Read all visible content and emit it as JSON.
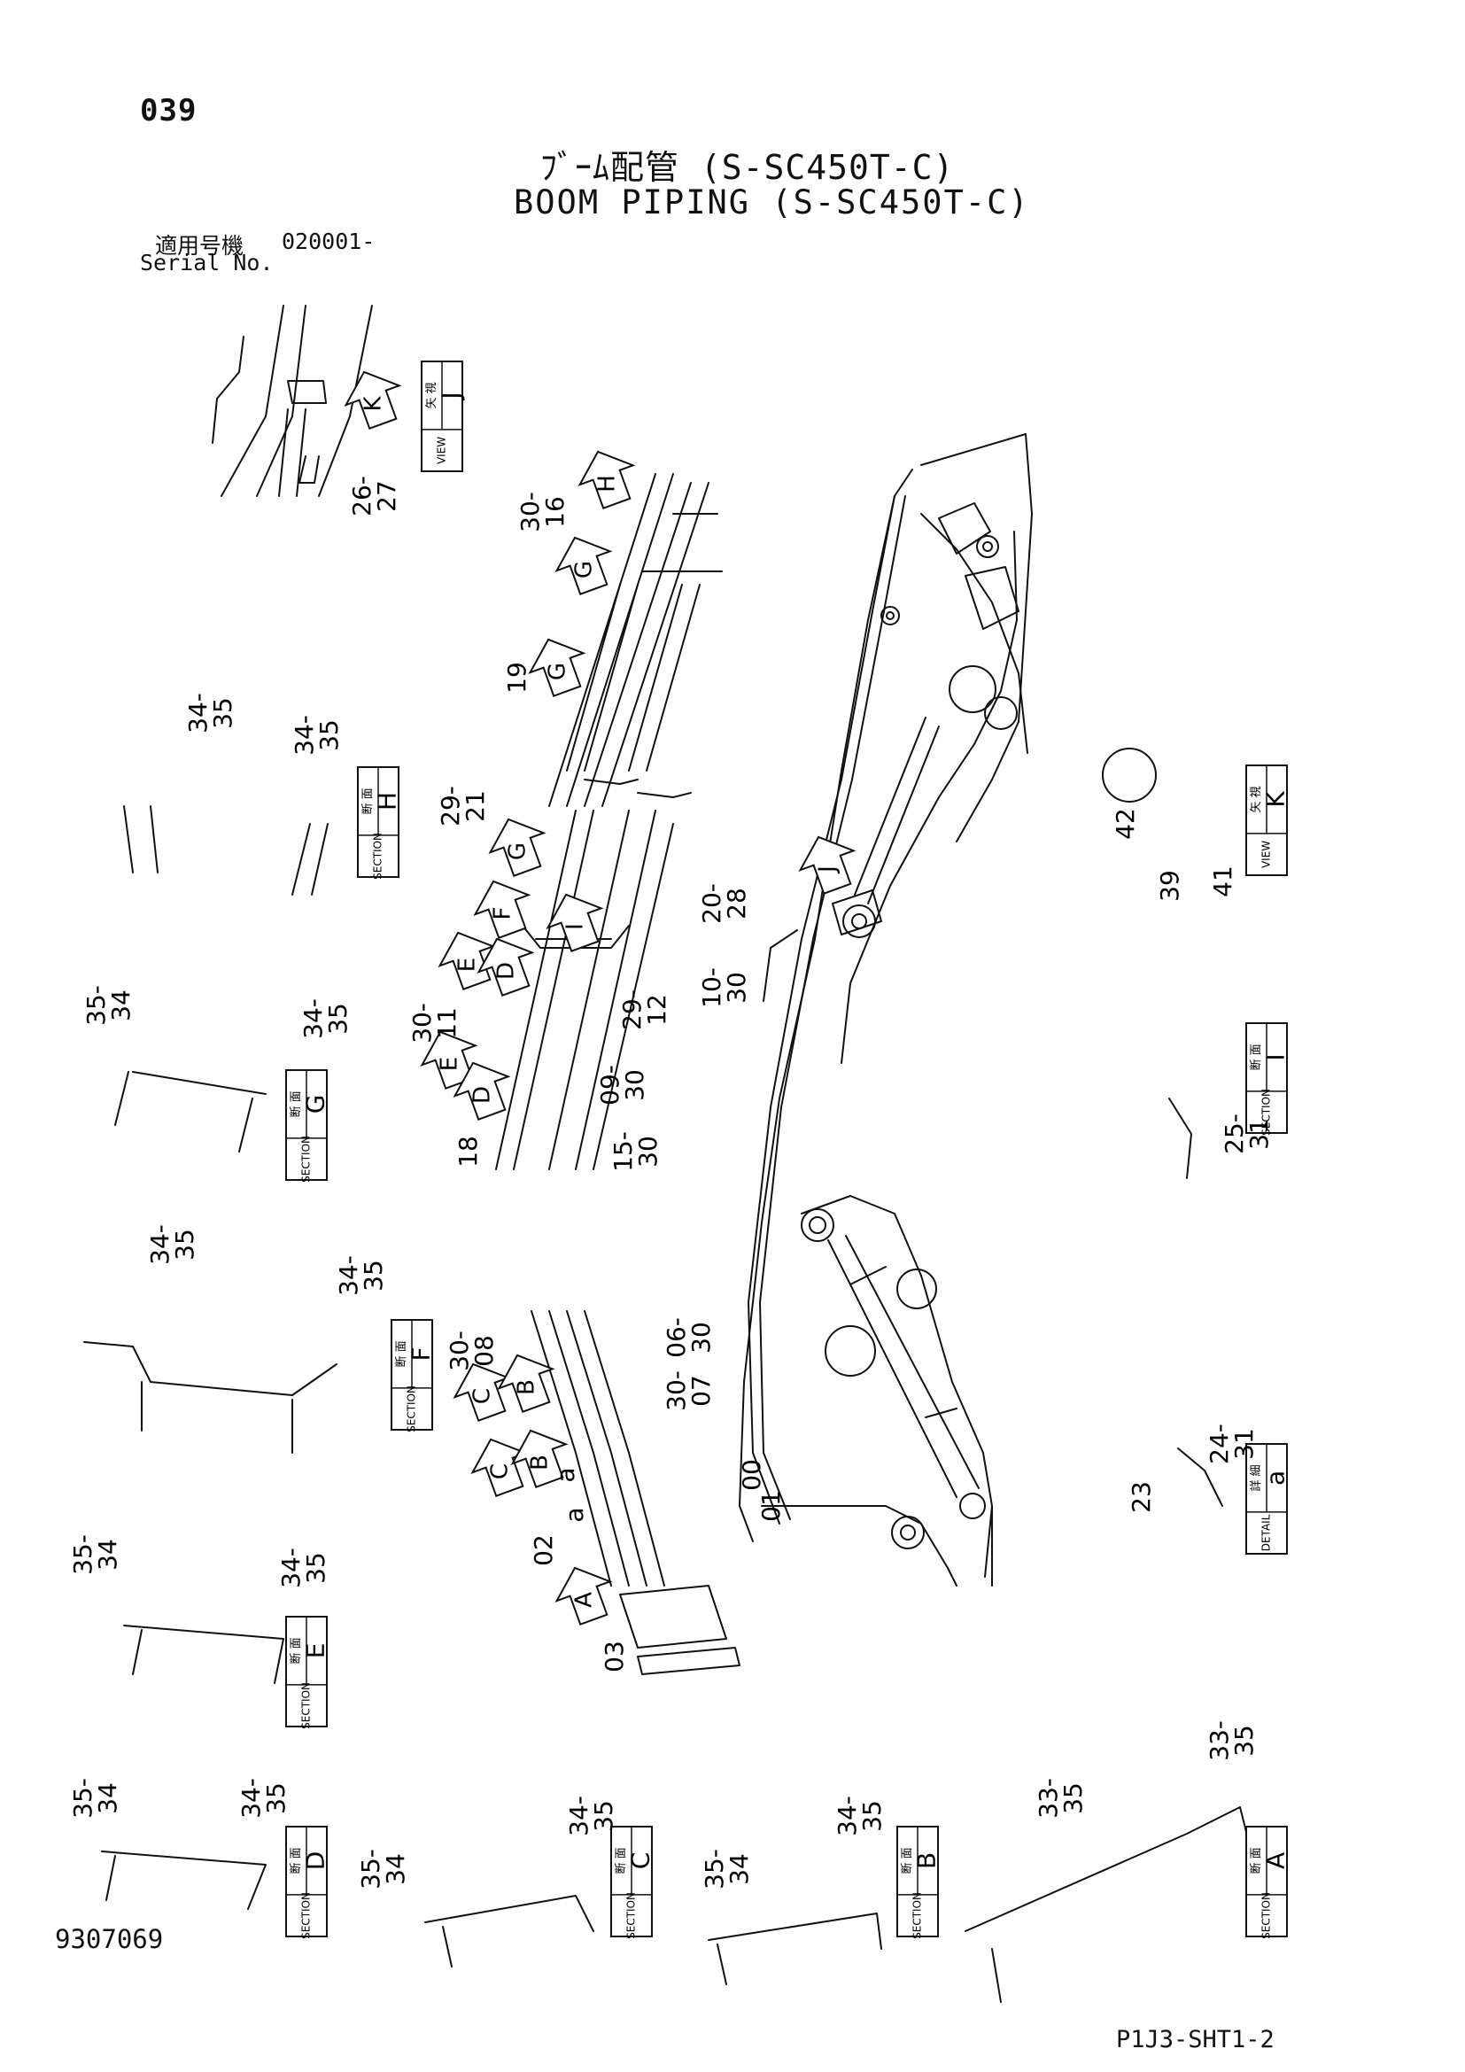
{
  "header": {
    "page_number": "039",
    "title_jp": "ﾌﾞｰﾑ配管 (S-SC450T-C)",
    "title_en": "BOOM PIPING (S-SC450T-C)",
    "serial_label_jp": "適用号機",
    "serial_value": "020001-",
    "serial_label_en": "Serial No."
  },
  "footer": {
    "document_number": "9307069",
    "sheet_reference": "P1J3-SHT1-2"
  },
  "tag_words": {
    "section_jp": "断 面",
    "section_en": "SECTION",
    "view_jp": "矢 視",
    "view_en": "VIEW",
    "detail_jp": "詳 細",
    "detail_en": "DETAIL"
  },
  "view_tags": [
    {
      "id": "J",
      "kind": "view"
    },
    {
      "id": "K",
      "kind": "view"
    },
    {
      "id": "H",
      "kind": "section"
    },
    {
      "id": "I",
      "kind": "section"
    },
    {
      "id": "G",
      "kind": "section"
    },
    {
      "id": "F",
      "kind": "section"
    },
    {
      "id": "E",
      "kind": "section"
    },
    {
      "id": "a",
      "kind": "detail"
    },
    {
      "id": "D",
      "kind": "section"
    },
    {
      "id": "C",
      "kind": "section"
    },
    {
      "id": "B",
      "kind": "section"
    },
    {
      "id": "A",
      "kind": "section"
    }
  ],
  "arrow_markers": [
    "K",
    "H",
    "G",
    "G",
    "G",
    "F",
    "E",
    "D",
    "I",
    "E",
    "D",
    "C",
    "B",
    "C",
    "B",
    "A",
    "J"
  ],
  "callouts": [
    {
      "text": "26-27"
    },
    {
      "text": "30-16"
    },
    {
      "text": "19"
    },
    {
      "text": "34-35"
    },
    {
      "text": "34-35"
    },
    {
      "text": "29-21"
    },
    {
      "text": "20-28"
    },
    {
      "text": "10-30"
    },
    {
      "text": "29-12"
    },
    {
      "text": "30-11"
    },
    {
      "text": "09-30"
    },
    {
      "text": "15-30"
    },
    {
      "text": "18"
    },
    {
      "text": "35-34"
    },
    {
      "text": "34-35"
    },
    {
      "text": "42"
    },
    {
      "text": "39"
    },
    {
      "text": "41"
    },
    {
      "text": "25-31"
    },
    {
      "text": "34-35"
    },
    {
      "text": "34-35"
    },
    {
      "text": "30-08"
    },
    {
      "text": "06-30"
    },
    {
      "text": "30-07"
    },
    {
      "text": "a"
    },
    {
      "text": "a"
    },
    {
      "text": "00"
    },
    {
      "text": "01"
    },
    {
      "text": "02"
    },
    {
      "text": "03"
    },
    {
      "text": "35-34"
    },
    {
      "text": "34-35"
    },
    {
      "text": "24-31"
    },
    {
      "text": "23"
    },
    {
      "text": "35-34"
    },
    {
      "text": "34-35"
    },
    {
      "text": "34-35"
    },
    {
      "text": "35-34"
    },
    {
      "text": "34-35"
    },
    {
      "text": "35-34"
    },
    {
      "text": "33-35"
    },
    {
      "text": "33-35"
    }
  ]
}
